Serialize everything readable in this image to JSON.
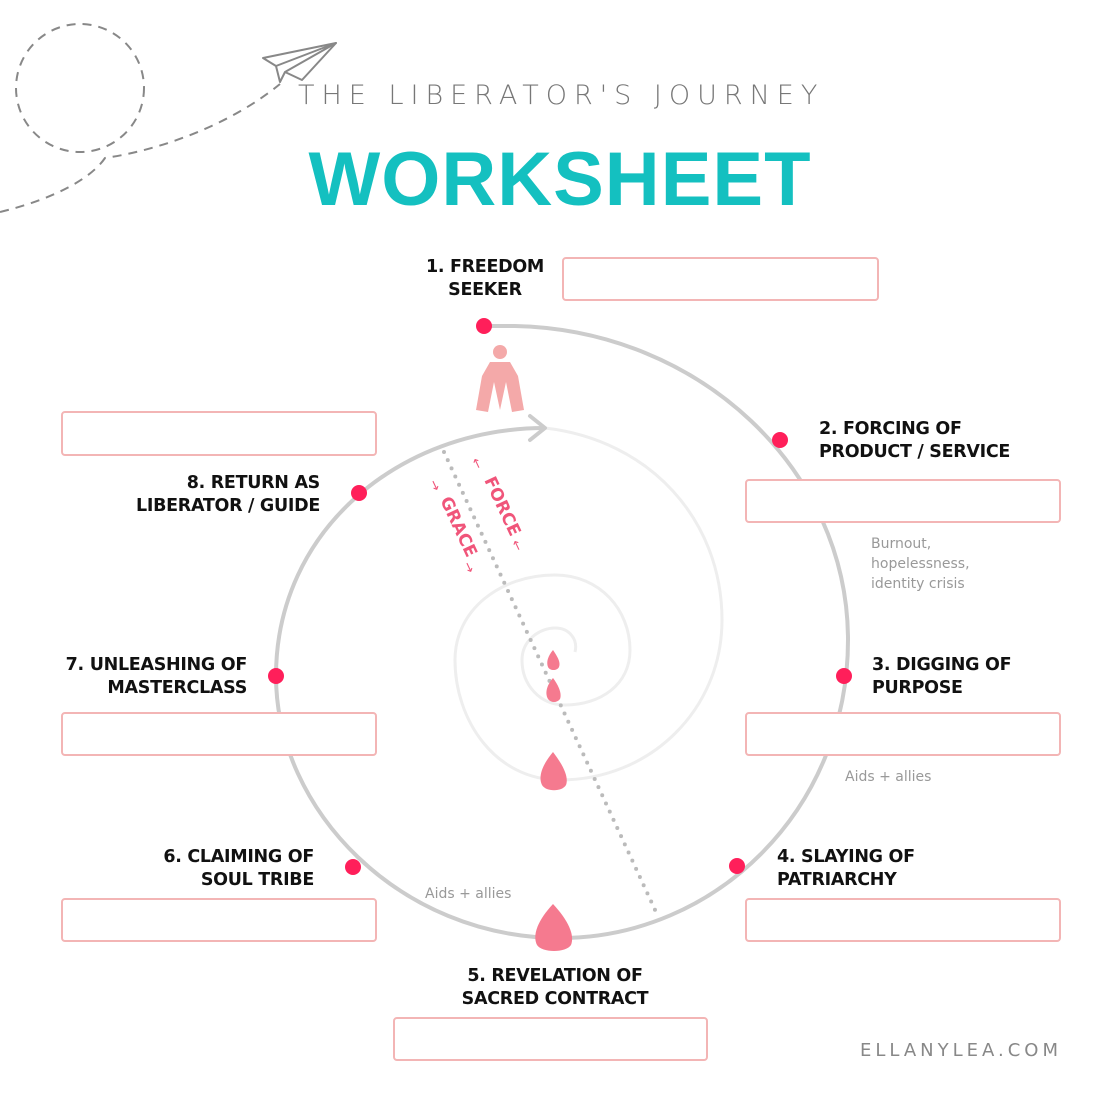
{
  "header": {
    "subtitle": "THE LIBERATOR'S JOURNEY",
    "title": "WORKSHEET"
  },
  "stages": [
    {
      "label_line1": "1. FREEDOM",
      "label_line2": "SEEKER"
    },
    {
      "label_line1": "2. FORCING OF",
      "label_line2": "PRODUCT / SERVICE"
    },
    {
      "label_line1": "3. DIGGING OF",
      "label_line2": "PURPOSE"
    },
    {
      "label_line1": "4. SLAYING OF",
      "label_line2": "PATRIARCHY"
    },
    {
      "label_line1": "5. REVELATION OF",
      "label_line2": "SACRED CONTRACT"
    },
    {
      "label_line1": "6. CLAIMING OF",
      "label_line2": "SOUL TRIBE"
    },
    {
      "label_line1": "7. UNLEASHING OF",
      "label_line2": "MASTERCLASS"
    },
    {
      "label_line1": "8. RETURN AS",
      "label_line2": "LIBERATOR / GUIDE"
    }
  ],
  "notes": {
    "burnout_line1": "Burnout,",
    "burnout_line2": "hopelessness,",
    "burnout_line3": "identity crisis",
    "aids_right": "Aids + allies",
    "aids_bottom": "Aids + allies"
  },
  "axis": {
    "force": "FORCE",
    "grace": "GRACE"
  },
  "footer": {
    "site": "ELLANYLEA.COM"
  },
  "colors": {
    "accent": "#14c0c0",
    "dot": "#ff1f5a",
    "box_border": "#f3b5b5",
    "pink_text": "#f0557a"
  }
}
